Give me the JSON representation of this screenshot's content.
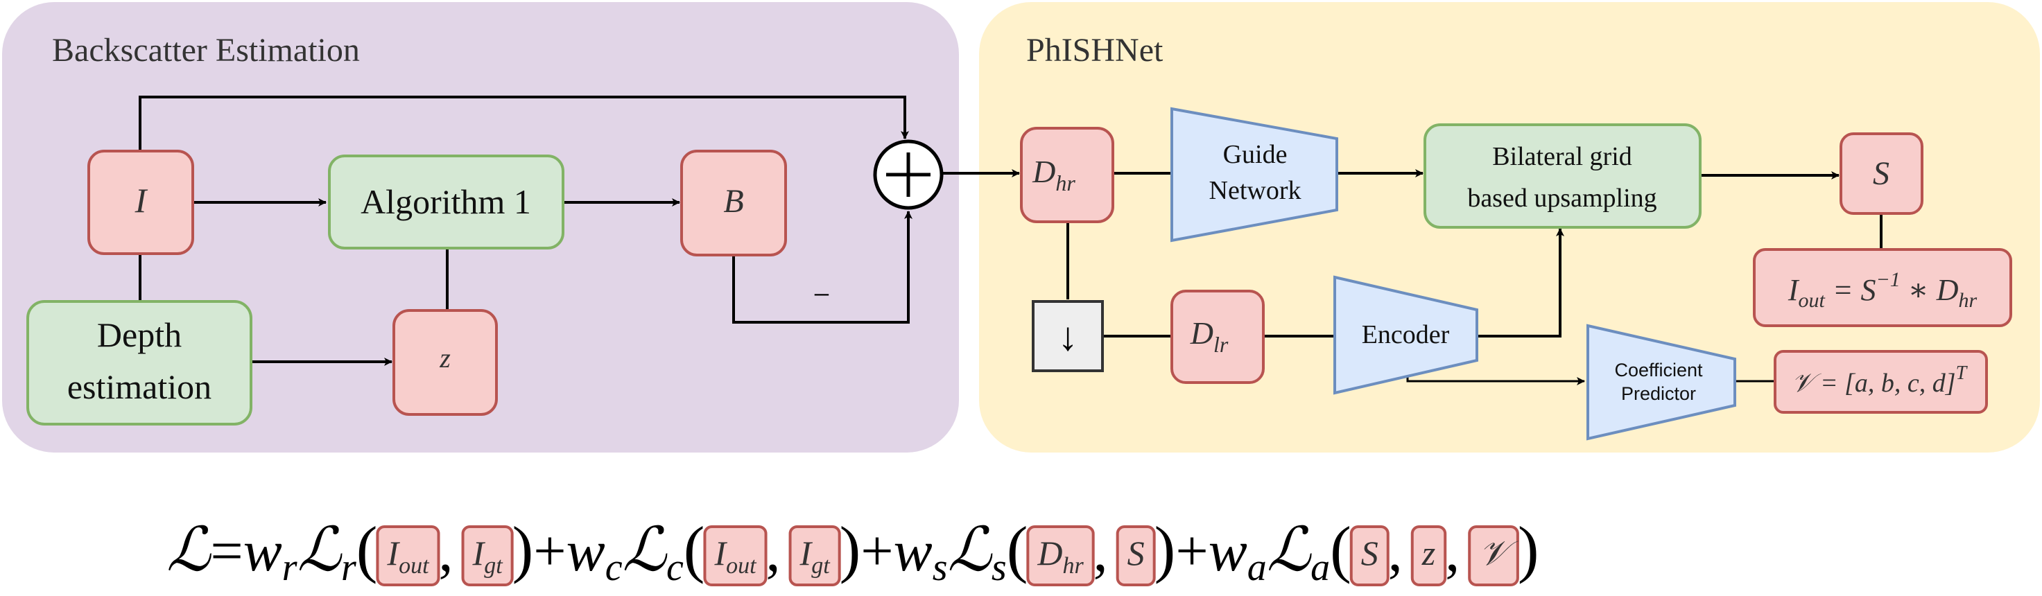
{
  "panels": {
    "backscatter": {
      "title": "Backscatter Estimation",
      "fill": "#e1d5e7"
    },
    "phishnet": {
      "title": "PhISHNet",
      "fill": "#fff2cc"
    }
  },
  "colors": {
    "red_fill": "#f8cecc",
    "red_stroke": "#b85450",
    "green_fill": "#d5e8d4",
    "green_stroke": "#82b366",
    "blue_fill": "#dae8fc",
    "blue_stroke": "#6c8ebf",
    "gray_fill": "#eeeeee",
    "gray_stroke": "#333333"
  },
  "nodes": {
    "I": "I",
    "algorithm": "Algorithm 1",
    "B": "B",
    "depth": [
      "Depth",
      "estimation"
    ],
    "z": "z",
    "plus": "+",
    "minus": "−",
    "D_hr": {
      "base": "D",
      "sub": "hr"
    },
    "guide": [
      "Guide",
      "Network"
    ],
    "bilateral": [
      "Bilateral grid",
      "based upsampling"
    ],
    "S": "S",
    "I_out_eq": {
      "lhs": "I",
      "lhs_sub": "out",
      "eq": " = S",
      "sup": "−1",
      "mul": " ∗ D",
      "rhs_sub": "hr"
    },
    "downsample": "↓",
    "D_lr": {
      "base": "D",
      "sub": "lr"
    },
    "encoder": "Encoder",
    "coefficient": [
      "Coefficient",
      "Predictor"
    ],
    "V_eq": {
      "text": "𝒱 = [a, b, c, d]",
      "sup": "T"
    }
  },
  "loss": {
    "L": "ℒ",
    "eq": " = ",
    "plus": " + ",
    "comma": ",",
    "terms": [
      {
        "w": "w",
        "w_sub": "r",
        "L_sub": "r",
        "args": [
          {
            "base": "I",
            "sub": "out"
          },
          {
            "base": "I",
            "sub": "gt"
          }
        ]
      },
      {
        "w": "w",
        "w_sub": "c",
        "L_sub": "c",
        "args": [
          {
            "base": "I",
            "sub": "out"
          },
          {
            "base": "I",
            "sub": "gt"
          }
        ]
      },
      {
        "w": "w",
        "w_sub": "s",
        "L_sub": "s",
        "args": [
          {
            "base": "D",
            "sub": "hr"
          },
          {
            "base": "S",
            "sub": ""
          }
        ]
      },
      {
        "w": "w",
        "w_sub": "a",
        "L_sub": "a",
        "args": [
          {
            "base": "S",
            "sub": ""
          },
          {
            "base": "z",
            "sub": ""
          },
          {
            "base": "𝒱",
            "sub": ""
          }
        ]
      }
    ]
  }
}
